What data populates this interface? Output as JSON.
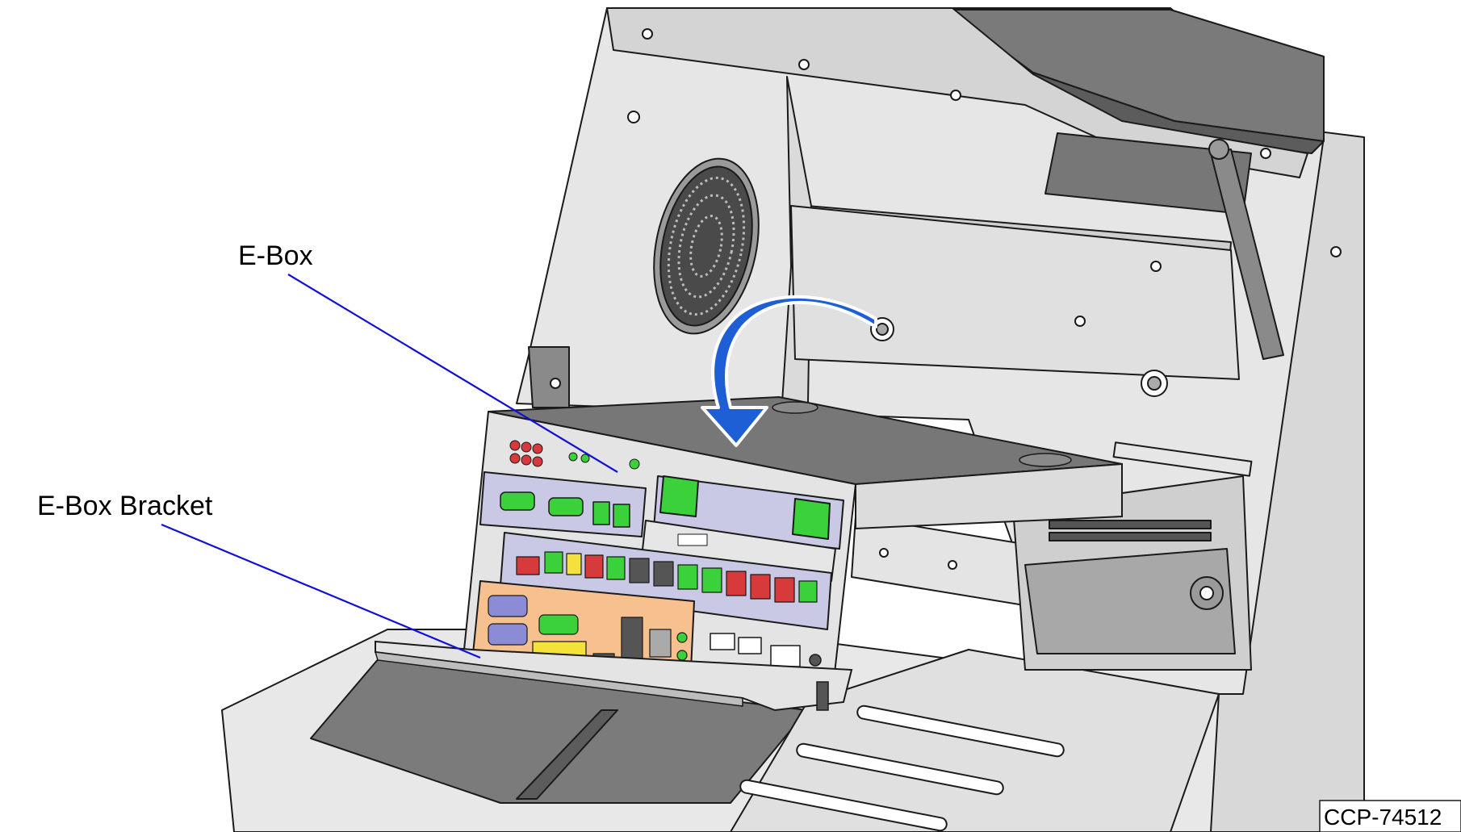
{
  "figure": {
    "title": "",
    "callouts": [
      {
        "label": "E-Box"
      },
      {
        "label": "E-Box Bracket"
      }
    ],
    "figure_id": "CCP-74512"
  },
  "colors": {
    "leader_line": "#1010d8",
    "arrow_fill": "#1e5fd6",
    "arrow_outline": "#ffffff",
    "housing_light": "#e6e6e6",
    "housing_mid": "#cfcfcf",
    "housing_dark": "#777777",
    "panel_lavender": "#c9c9e6",
    "io_orange": "#f7c08f",
    "connector_green": "#3ad13a",
    "connector_red": "#d63a3a",
    "outline": "#1a1a1a"
  },
  "icons": [
    "rotate-direction-arrow-icon",
    "speaker-grille-icon"
  ]
}
